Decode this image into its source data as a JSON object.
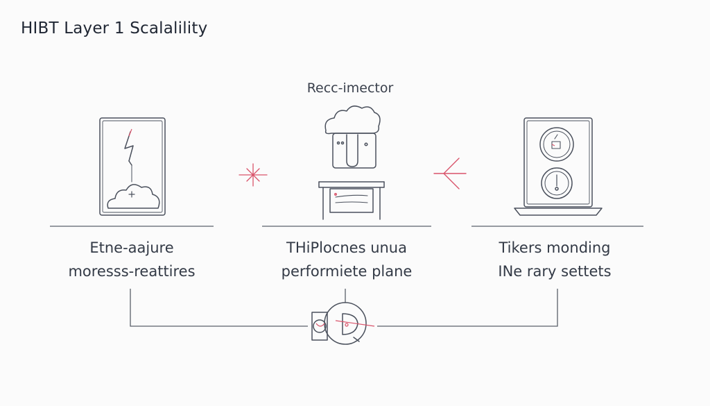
{
  "title": "HIBT Layer 1 Scalalility",
  "center_label": "Recc-imector",
  "captions": {
    "left": {
      "line1": "Etne-aajure",
      "line2": "moresss-reattires"
    },
    "middle": {
      "line1": "THiPlocnes unua",
      "line2": "performiete plane"
    },
    "right": {
      "line1": "Tikers monding",
      "line2": "INe rary settets"
    }
  },
  "colors": {
    "ink": "#4a505c",
    "accent": "#d9536a",
    "background": "#fbfbfb"
  },
  "icons": {
    "left_device": "tablet-lightning-cloud-icon",
    "middle_device": "cloud-server-cabinet-icon",
    "right_device": "laptop-gauges-icon",
    "left_spark": "spark-icon",
    "right_arrow": "arrow-left-icon",
    "hub": "hub-node-icon"
  }
}
